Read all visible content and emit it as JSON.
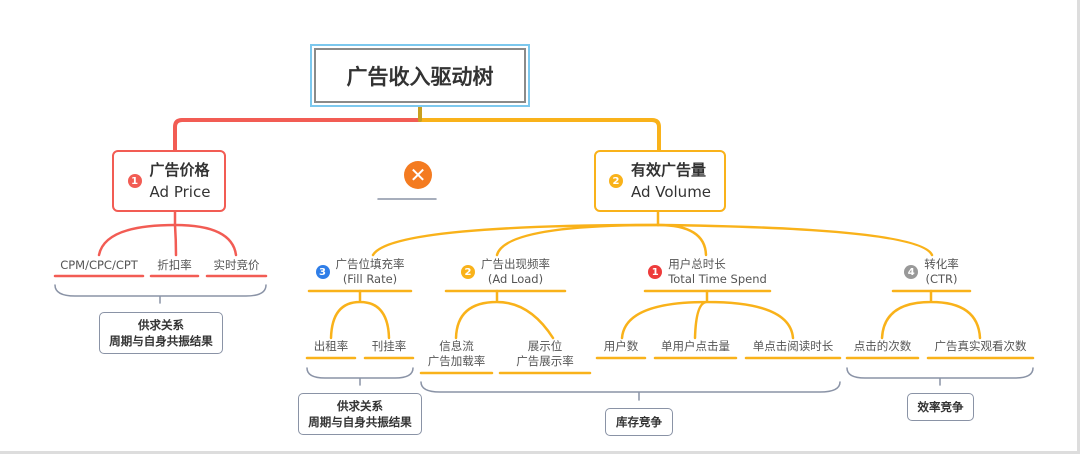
{
  "colors": {
    "red": "#f25c54",
    "orange": "#f9b21a",
    "gray": "#8a93a6",
    "blue_badge": "#2f7ee8",
    "x_circle": "#f47b20"
  },
  "root": {
    "title": "广告收入驱动树"
  },
  "operator": {
    "icon": "multiply-icon",
    "symbol": "✕"
  },
  "ad_price": {
    "badge": "1",
    "title_cn": "广告价格",
    "title_en": "Ad Price",
    "children": [
      "CPM/CPC/CPT",
      "折扣率",
      "实时竞价"
    ],
    "summary": [
      "供求关系",
      "周期与自身共振结果"
    ]
  },
  "ad_volume": {
    "badge": "2",
    "title_cn": "有效广告量",
    "title_en": "Ad Volume",
    "fill_rate": {
      "badge": "3",
      "cn": "广告位填充率",
      "en": "(Fill Rate)",
      "children": [
        "出租率",
        "刊挂率"
      ],
      "summary": [
        "供求关系",
        "周期与自身共振结果"
      ]
    },
    "ad_load": {
      "badge": "2",
      "cn": "广告出现频率",
      "en": "(Ad Load)",
      "children": [
        [
          "信息流",
          "广告加载率"
        ],
        [
          "展示位",
          "广告展示率"
        ]
      ]
    },
    "time": {
      "badge": "1",
      "cn": "用户总时长",
      "en": "Total Time Spend",
      "children": [
        "用户数",
        "单用户点击量",
        "单点击阅读时长"
      ]
    },
    "ctr": {
      "badge": "4",
      "cn": "转化率",
      "en": "(CTR)",
      "children": [
        "点击的次数",
        "广告真实观看次数"
      ],
      "summary": "效率竞争"
    },
    "inventory_summary": "库存竞争"
  }
}
